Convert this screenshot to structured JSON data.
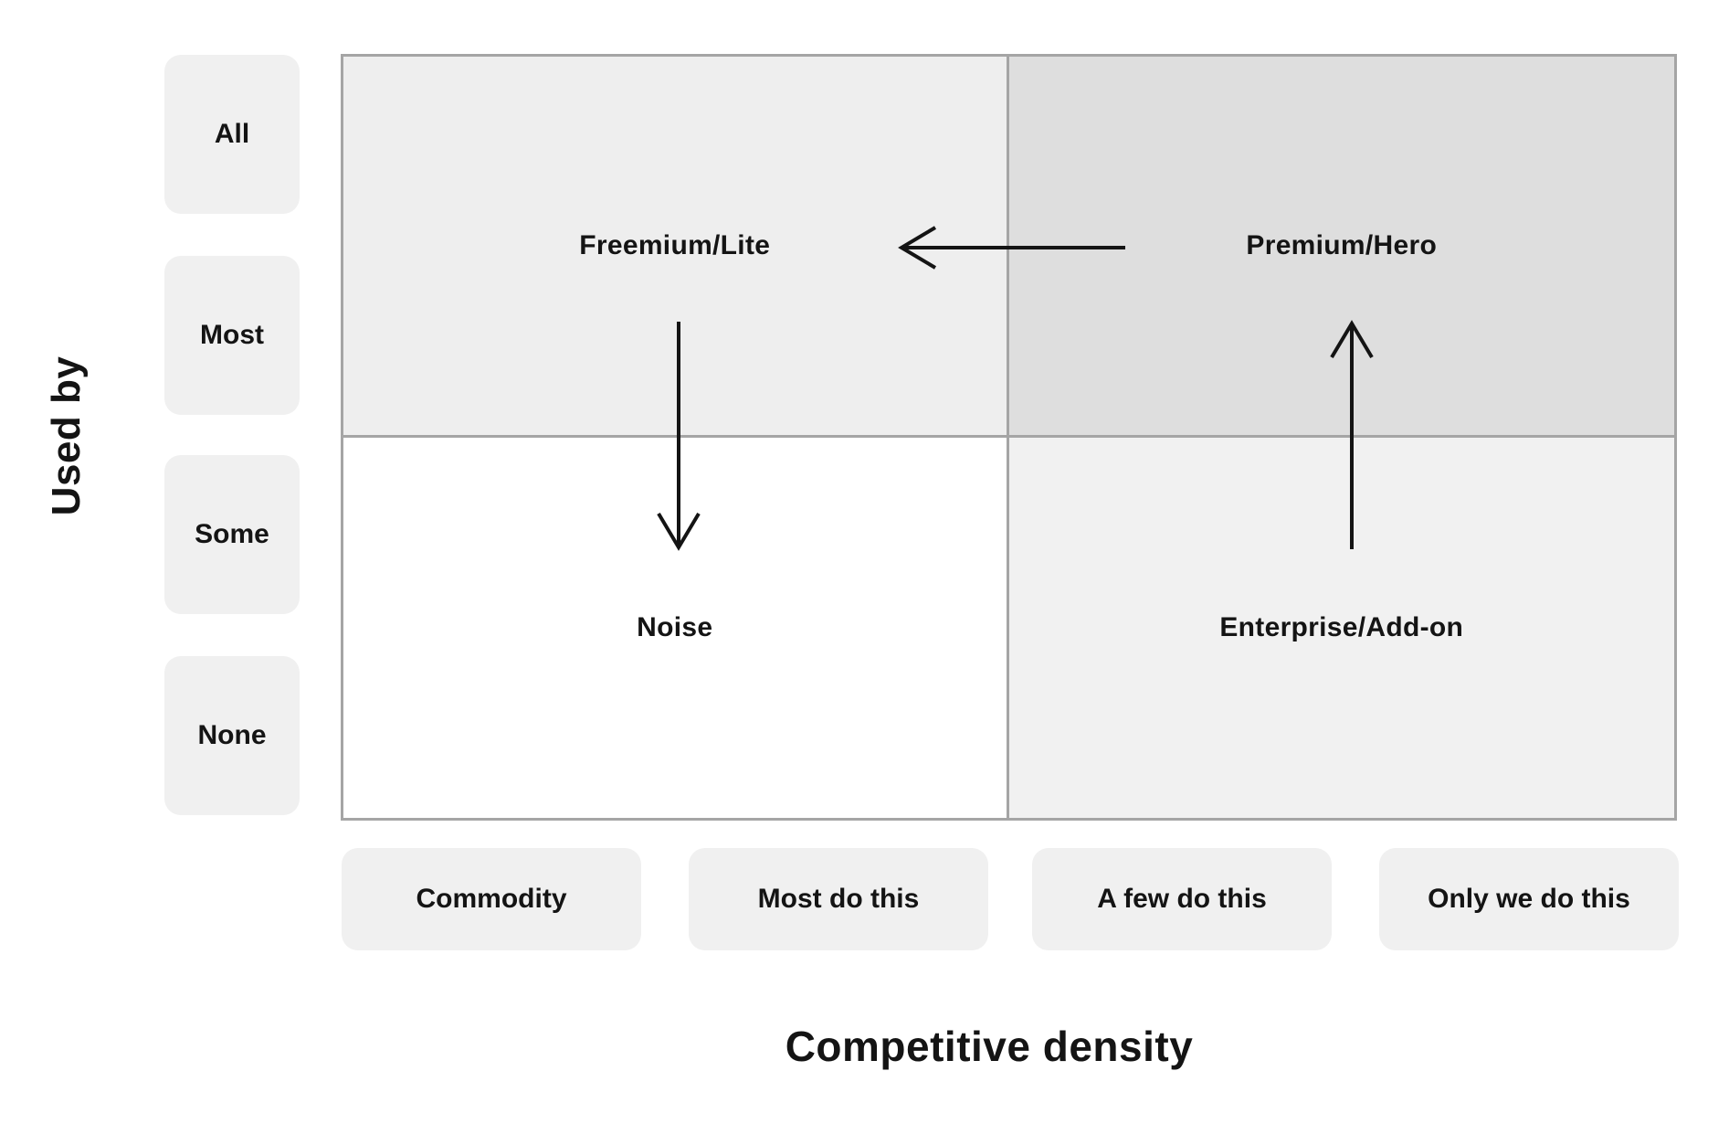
{
  "figure": {
    "type": "quadrant-matrix"
  },
  "y_axis": {
    "title": "Used by",
    "labels": [
      "All",
      "Most",
      "Some",
      "None"
    ]
  },
  "x_axis": {
    "title": "Competitive density",
    "labels": [
      "Commodity",
      "Most do this",
      "A few do this",
      "Only we do this"
    ]
  },
  "quadrants": [
    {
      "position": "top-left",
      "label": "Freemium/Lite",
      "bg": "#eeeeee"
    },
    {
      "position": "top-right",
      "label": "Premium/Hero",
      "bg": "#dedede"
    },
    {
      "position": "bottom-left",
      "label": "Noise",
      "bg": "#ffffff"
    },
    {
      "position": "bottom-right",
      "label": "Enterprise/Add-on",
      "bg": "#f1f1f1"
    }
  ],
  "arrows": [
    {
      "name": "premium-to-freemium",
      "from": "Premium/Hero",
      "to": "Freemium/Lite",
      "direction": "left"
    },
    {
      "name": "freemium-to-noise",
      "from": "Freemium/Lite",
      "to": "Noise",
      "direction": "down"
    },
    {
      "name": "enterprise-to-premium",
      "from": "Enterprise/Add-on",
      "to": "Premium/Hero",
      "direction": "up"
    }
  ],
  "colors": {
    "pill_bg": "#f0f0f0",
    "grid_line": "#a5a5a5",
    "text": "#141414",
    "arrow": "#141414",
    "quadrant_top_left": "#eeeeee",
    "quadrant_top_right": "#dedede",
    "quadrant_bottom_left": "#ffffff",
    "quadrant_bottom_right": "#f1f1f1"
  }
}
